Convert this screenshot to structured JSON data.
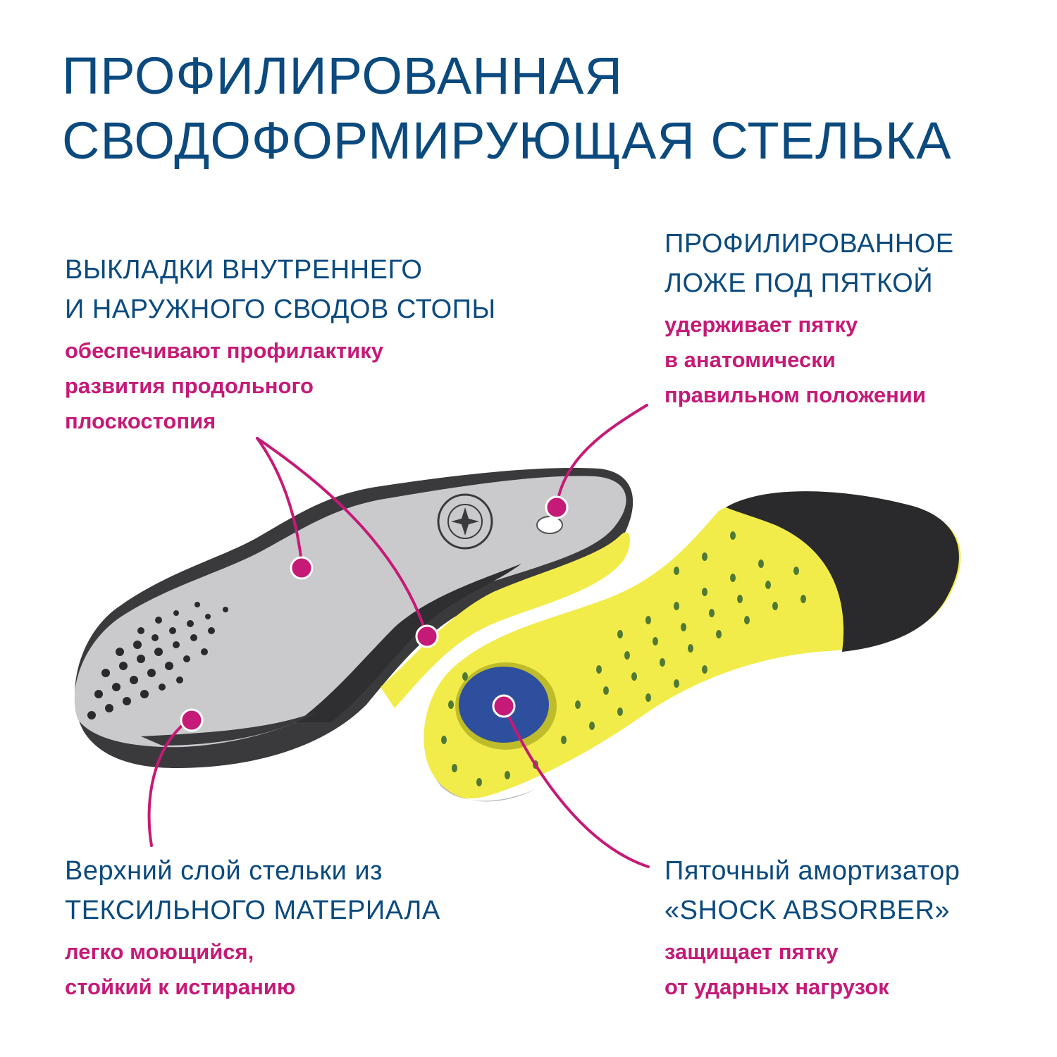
{
  "title": {
    "line1": "ПРОФИЛИРОВАННАЯ",
    "line2": "СВОДОФОРМИРУЮЩАЯ СТЕЛЬКА"
  },
  "callouts": {
    "arches": {
      "heading": [
        "ВЫКЛАДКИ ВНУТРЕННЕГО",
        "И НАРУЖНОГО СВОДОВ СТОПЫ"
      ],
      "description": [
        "обеспечивают профилактику",
        "развития продольного",
        "плоскостопия"
      ]
    },
    "heel_bed": {
      "heading": [
        "ПРОФИЛИРОВАННОЕ",
        "ЛОЖЕ ПОД ПЯТКОЙ"
      ],
      "description": [
        "удерживает пятку",
        "в анатомически",
        "правильном положении"
      ]
    },
    "top_layer": {
      "heading": [
        "Верхний слой стельки из",
        "ТЕКСИЛЬНОГО МАТЕРИАЛА"
      ],
      "description": [
        "легко моющийся,",
        "стойкий к истиранию"
      ]
    },
    "shock_absorber": {
      "heading": [
        "Пяточный амортизатор",
        "«SHOCK ABSORBER»"
      ],
      "description": [
        "защищает пятку",
        "от ударных нагрузок"
      ]
    }
  },
  "colors": {
    "heading": "#0b4a7e",
    "accent": "#c51a77",
    "insole_yellow": "#f2ec4a",
    "insole_gray": "#c9c9cc",
    "insole_black": "#2a2a2c",
    "shock_blue": "#2e4f9e",
    "perforation_green": "#4f7a35"
  }
}
